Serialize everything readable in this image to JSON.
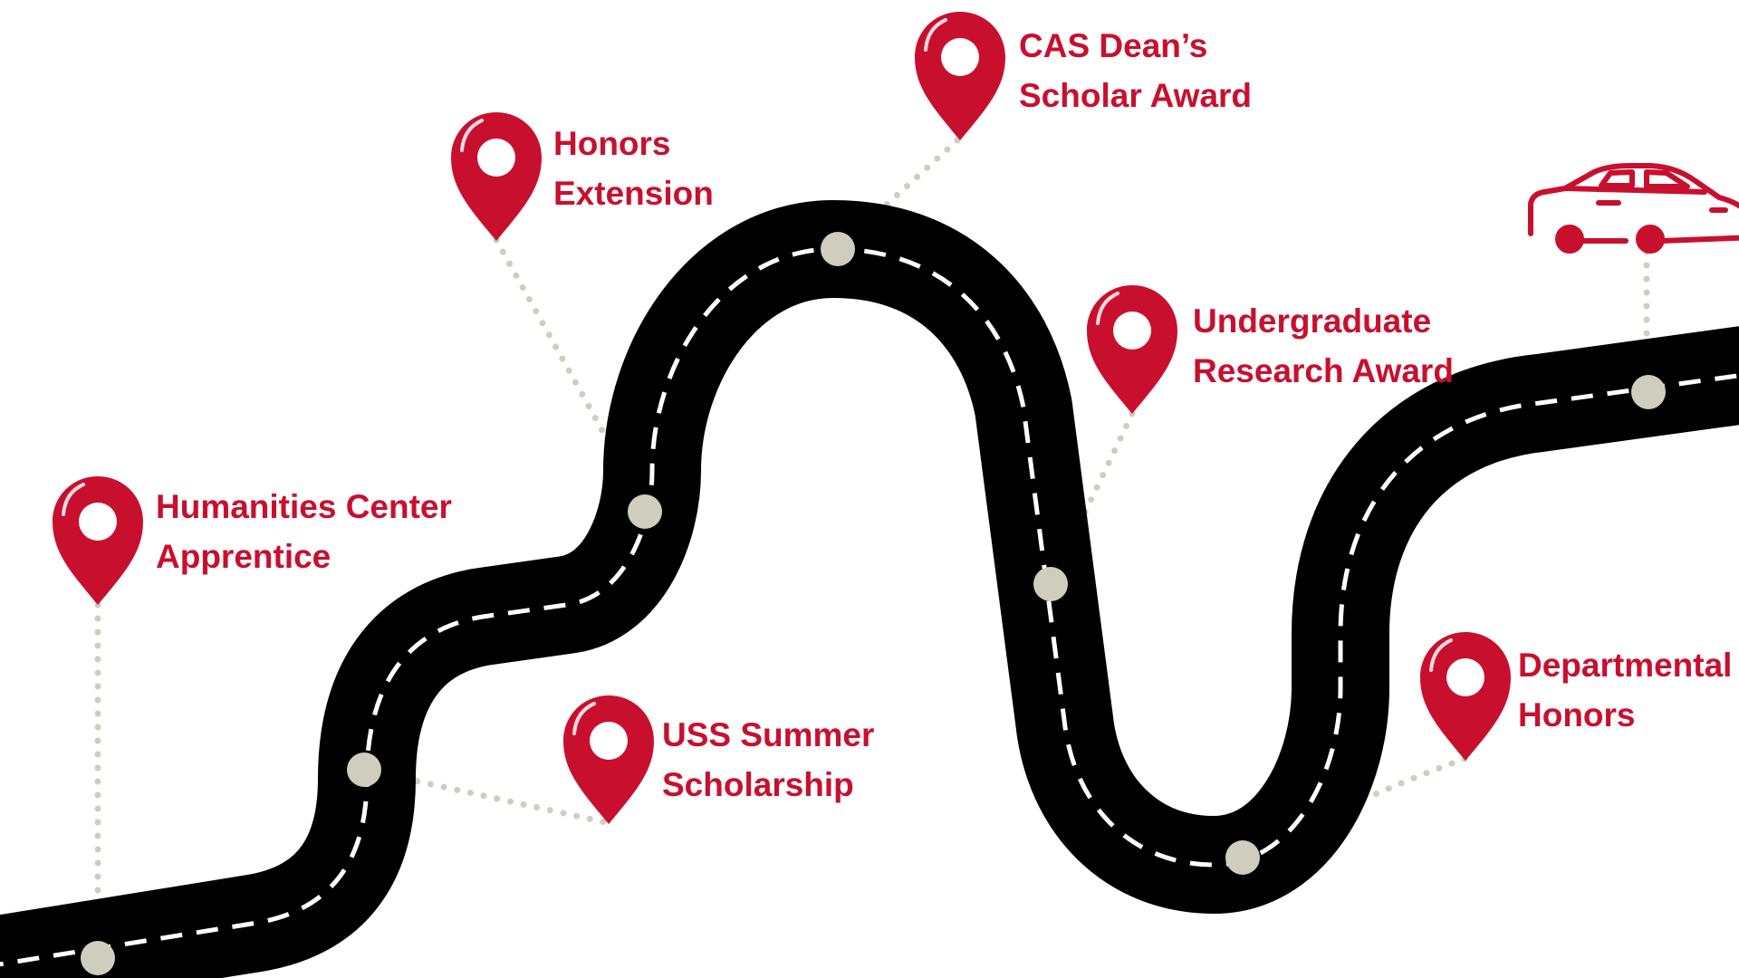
{
  "colors": {
    "road": "#000000",
    "lane_marking": "#ffffff",
    "pin": "#C8102E",
    "stop": "#CFCDBE",
    "connector": "#CFCDBE",
    "label": "#C8102E",
    "car": "#C8102E"
  },
  "milestones": [
    {
      "id": "humanities",
      "lines": [
        "Humanities Center",
        "Apprentice"
      ],
      "icon": "map-pin-icon"
    },
    {
      "id": "uss",
      "lines": [
        "USS Summer",
        "Scholarship"
      ],
      "icon": "map-pin-icon"
    },
    {
      "id": "honors-ext",
      "lines": [
        "Honors",
        "Extension"
      ],
      "icon": "map-pin-icon"
    },
    {
      "id": "cas",
      "lines": [
        "CAS Dean’s",
        "Scholar Award"
      ],
      "icon": "map-pin-icon"
    },
    {
      "id": "ura",
      "lines": [
        "Undergraduate",
        "Research Award"
      ],
      "icon": "map-pin-icon"
    },
    {
      "id": "dept",
      "lines": [
        "Departmental",
        "Honors"
      ],
      "icon": "map-pin-icon"
    }
  ],
  "destination": {
    "icon": "car-icon"
  }
}
